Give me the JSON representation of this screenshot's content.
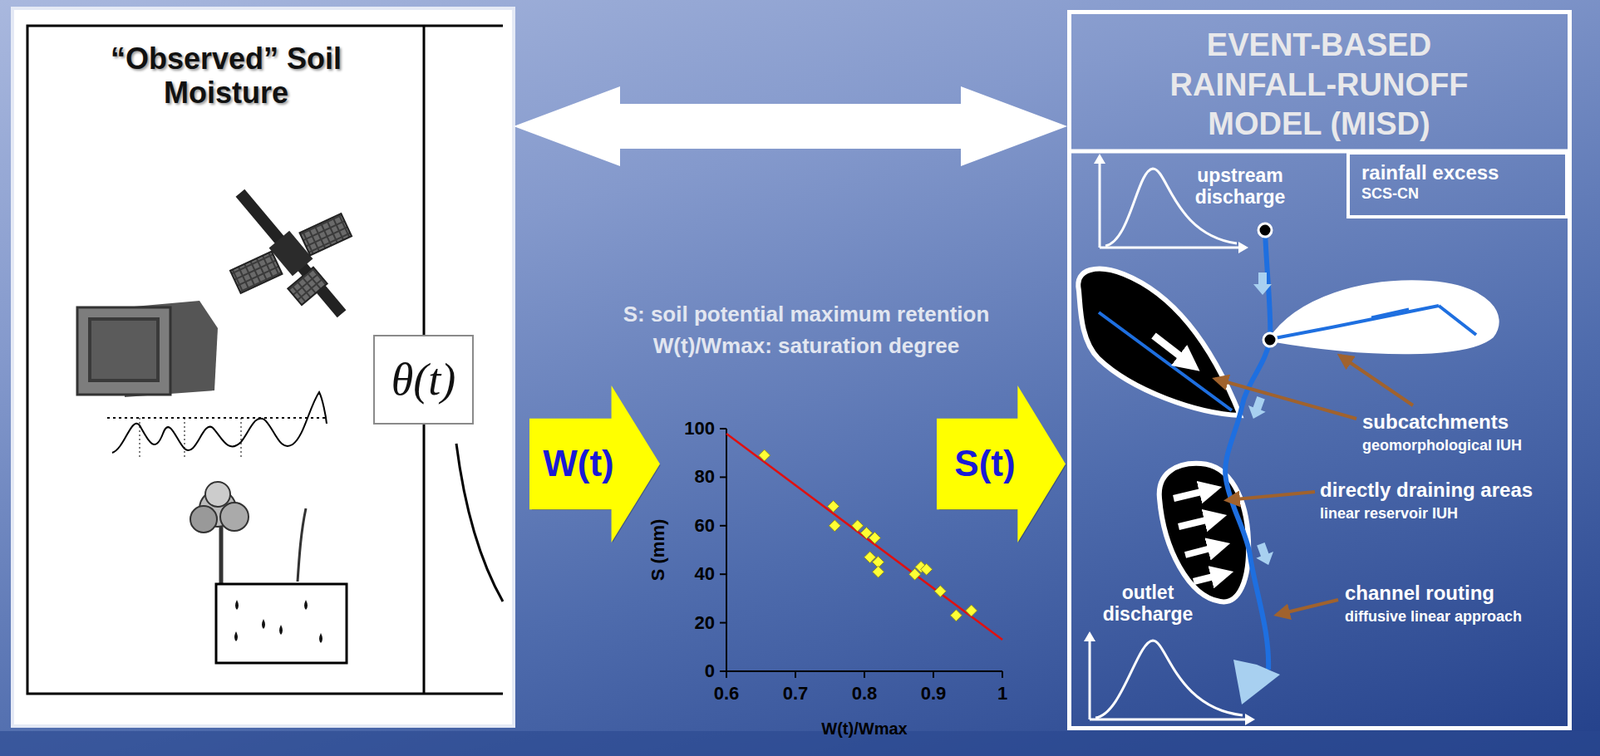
{
  "diagram": {
    "nodes": [
      {
        "text": [
          "“Observed” Soil Moisture"
        ]
      },
      {
        "text": [
          "θ(t)"
        ],
        "in": 0
      },
      {
        "text": [
          "W(t)"
        ]
      },
      {
        "text": [
          "S(t)"
        ]
      },
      {
        "text": [
          "EVENT-BASED RAINFALL-RUNOFF MODEL (MISD)"
        ]
      },
      {
        "text": [
          "rainfall excess",
          "SCS-CN"
        ],
        "in": 4
      }
    ],
    "edges": [
      {
        "from": 0,
        "to": 4,
        "arrow": "both"
      }
    ],
    "labels": [
      "S: soil potential maximum retention",
      "W(t)/Wmax: saturation degree",
      "100",
      "80",
      "60",
      "40",
      "20",
      "0",
      "0.6",
      "0.7",
      "0.8",
      "0.9",
      "1",
      "S (mm)",
      "W(t)/Wmax",
      "upstream discharge",
      "subcatchments",
      "geomorphological IUH",
      "directly draining areas",
      "linear reservoir IUH",
      "channel routing",
      "diffusive linear approach",
      "outlet discharge"
    ]
  }
}
